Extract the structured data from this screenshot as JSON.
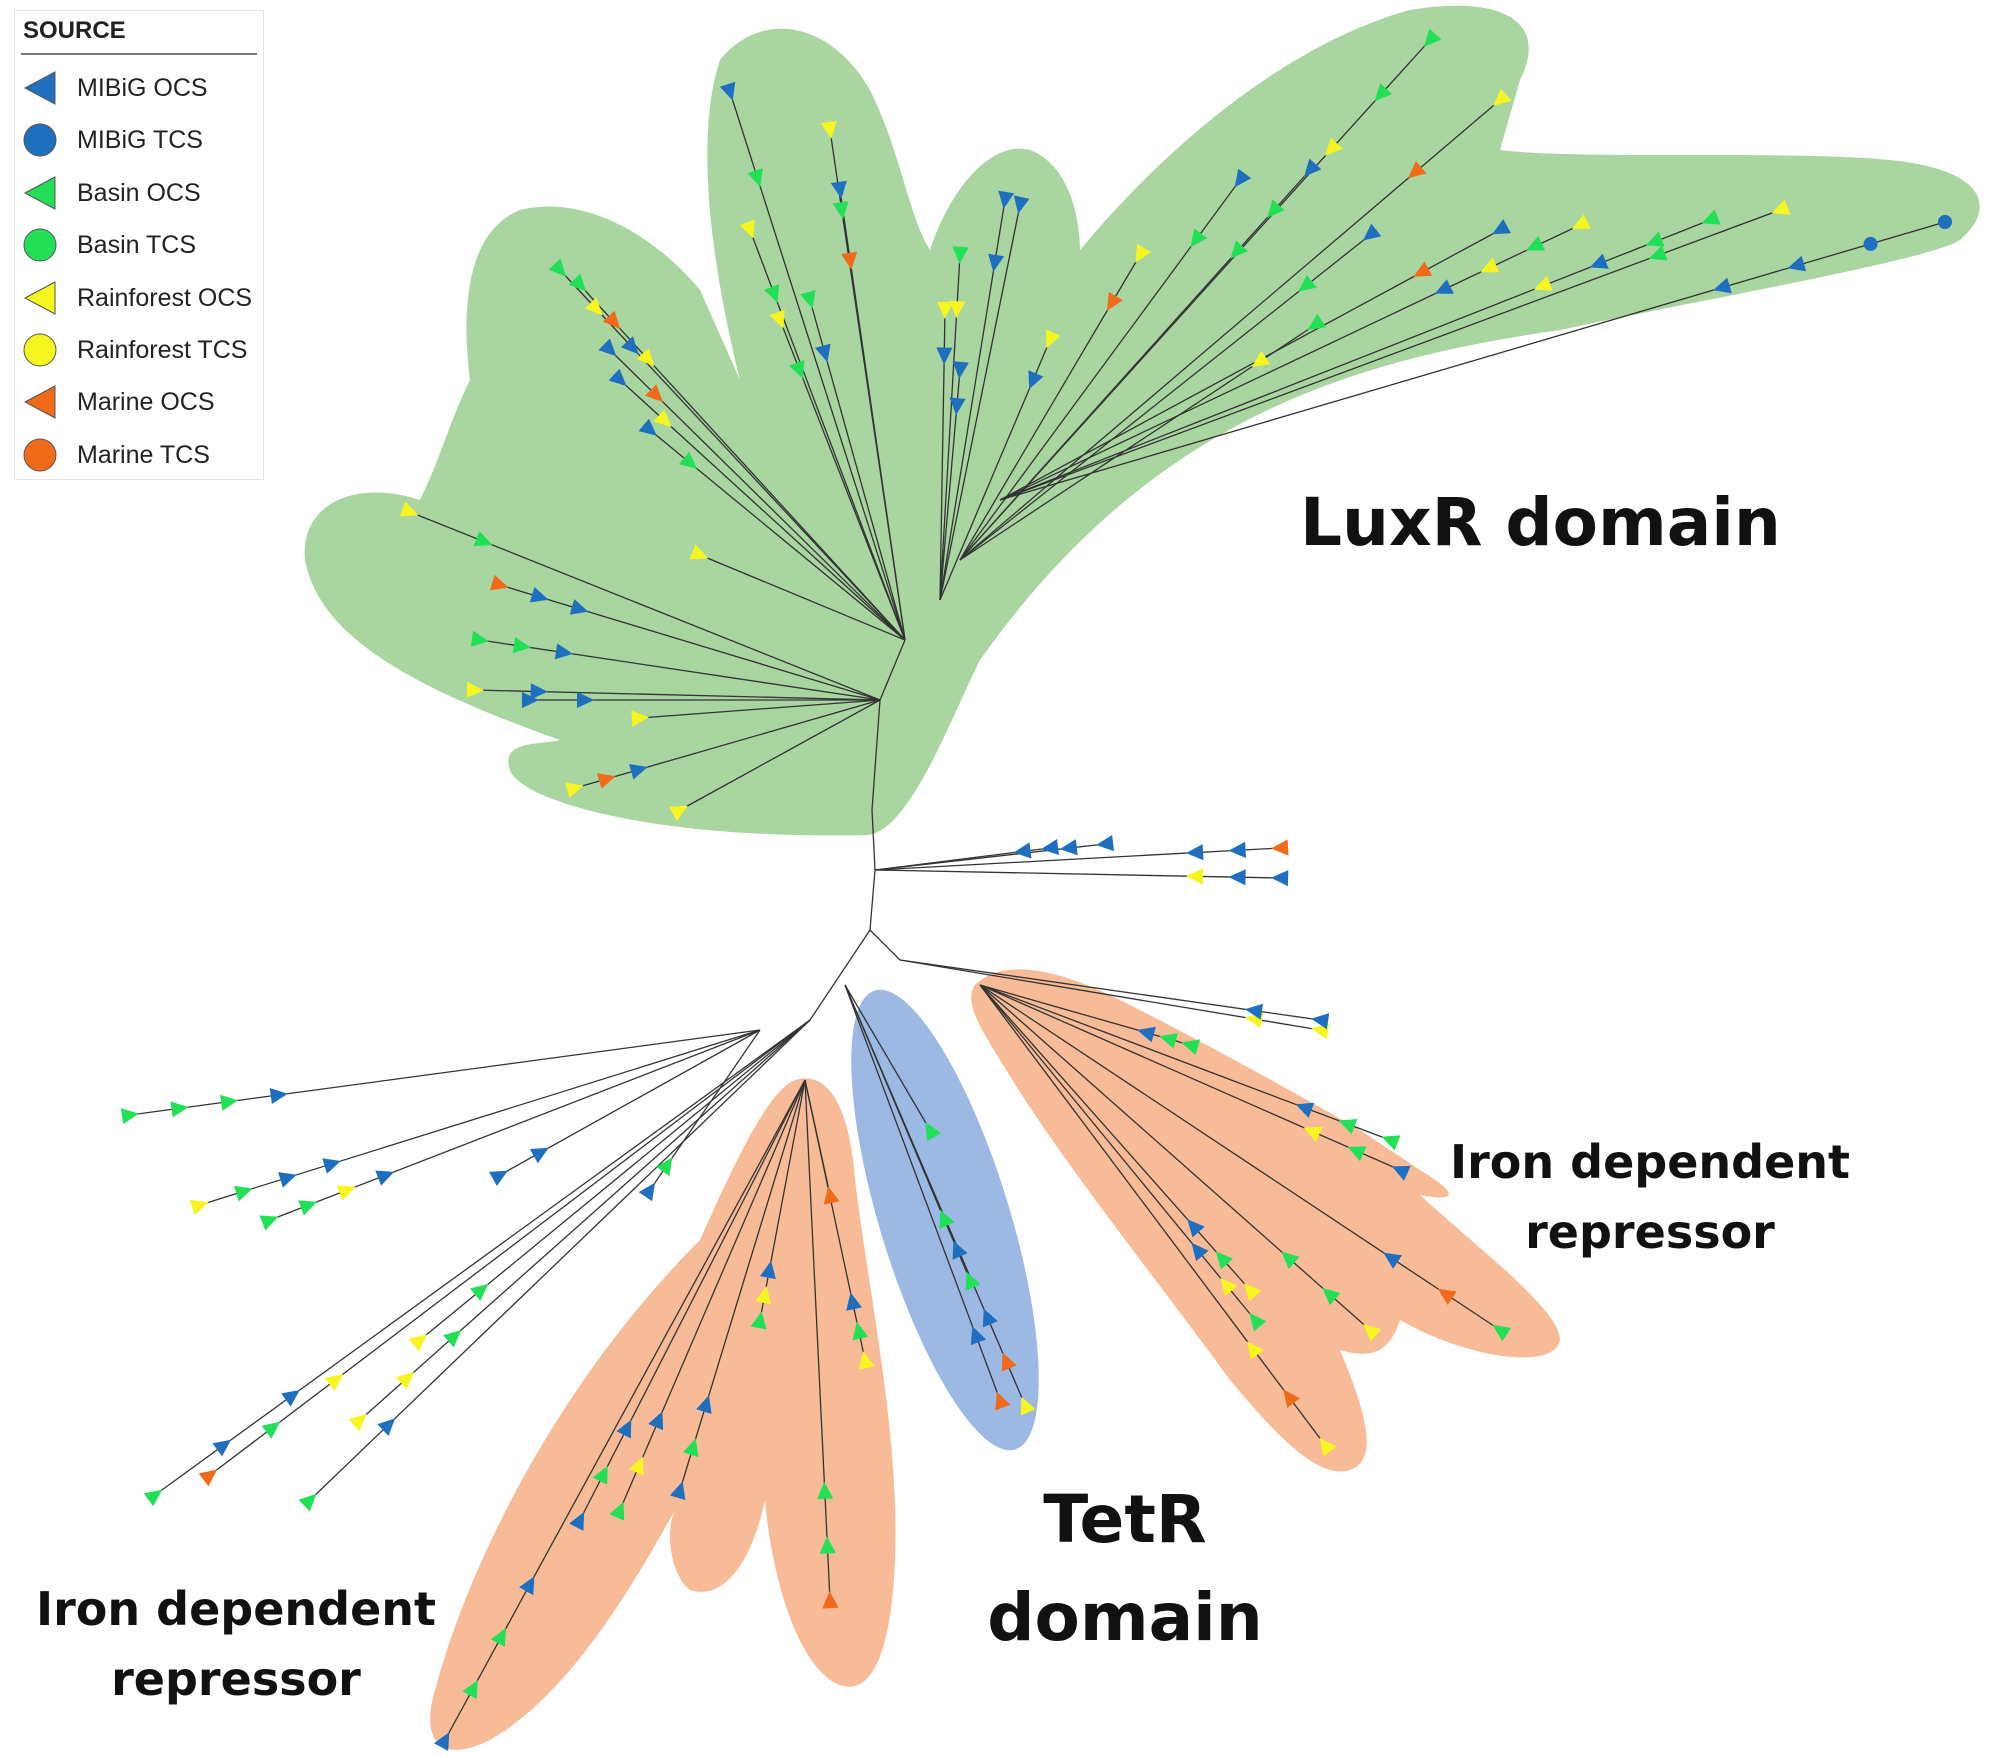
{
  "legend": {
    "title": "SOURCE",
    "items": [
      {
        "label": "MIBiG OCS",
        "shape": "triangle",
        "color": "#1f6fc0"
      },
      {
        "label": "MIBiG TCS",
        "shape": "circle",
        "color": "#1f6fc0"
      },
      {
        "label": "Basin OCS",
        "shape": "triangle",
        "color": "#22e055"
      },
      {
        "label": "Basin TCS",
        "shape": "circle",
        "color": "#22e055"
      },
      {
        "label": "Rainforest OCS",
        "shape": "triangle",
        "color": "#f7f520"
      },
      {
        "label": "Rainforest TCS",
        "shape": "circle",
        "color": "#f7f520"
      },
      {
        "label": "Marine OCS",
        "shape": "triangle",
        "color": "#f06a1a"
      },
      {
        "label": "Marine TCS",
        "shape": "circle",
        "color": "#f06a1a"
      }
    ]
  },
  "clades": {
    "luxr": {
      "label": "LuxR domain",
      "color": "#a8d5a0"
    },
    "tetr": {
      "label_line1": "TetR",
      "label_line2": "domain",
      "color": "#9bb9e2"
    },
    "iron_right": {
      "label_line1": "Iron dependent",
      "label_line2": "repressor",
      "color": "#f7bc97"
    },
    "iron_left": {
      "label_line1": "Iron dependent",
      "label_line2": "repressor",
      "color": "#f7bc97"
    }
  }
}
